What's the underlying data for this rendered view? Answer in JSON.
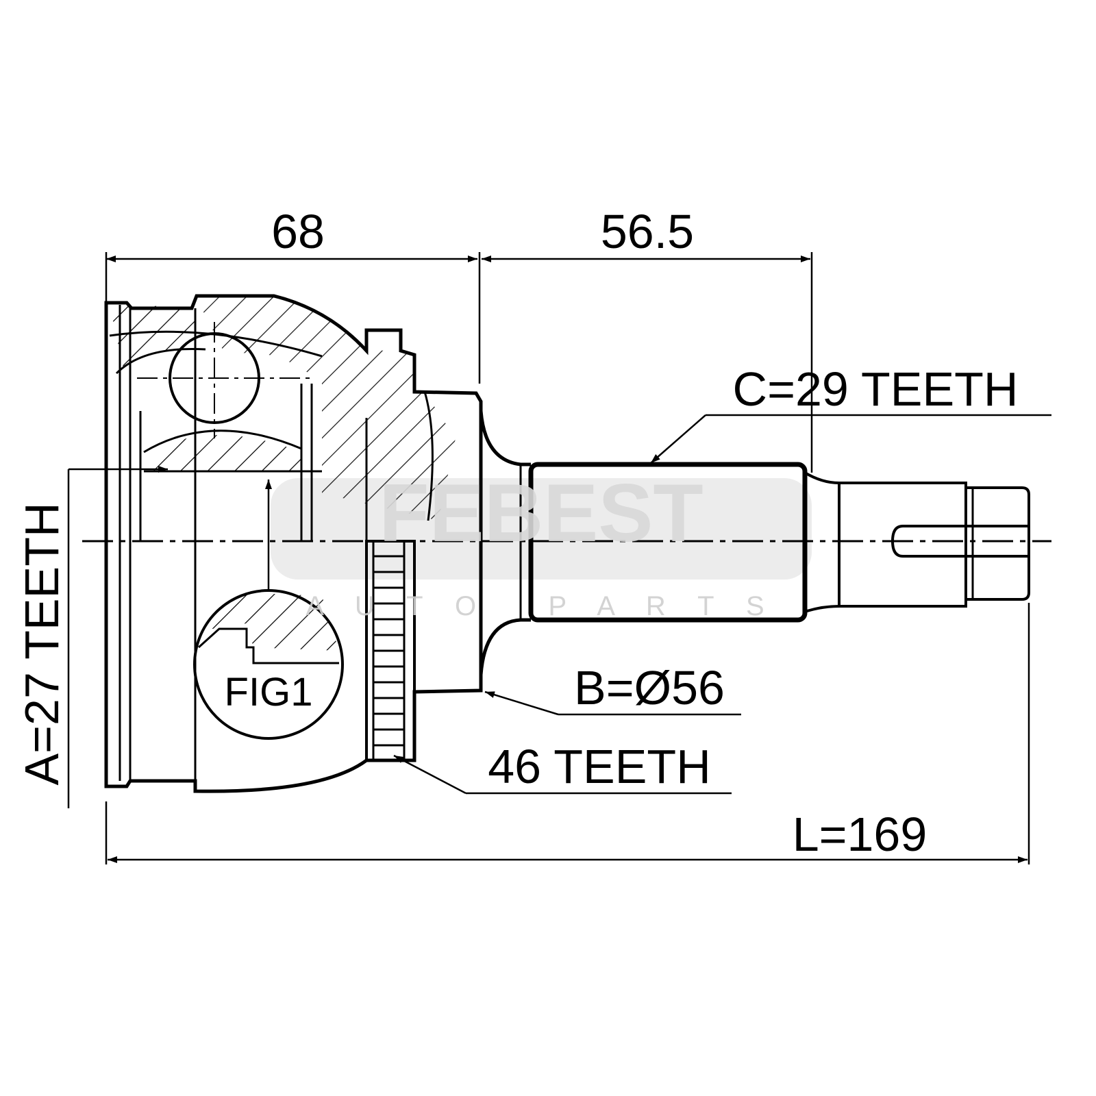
{
  "drawing": {
    "dimension_68": "68",
    "dimension_56_5": "56.5",
    "label_c": "C=29 TEETH",
    "label_a": "A=27 TEETH",
    "label_b": "B=Ø56",
    "label_abs": "46 TEETH",
    "label_l": "L=169",
    "fig_label": "FIG1"
  },
  "watermark": {
    "brand": "FEBEST",
    "subtitle": "A U T O   P A R T S"
  }
}
